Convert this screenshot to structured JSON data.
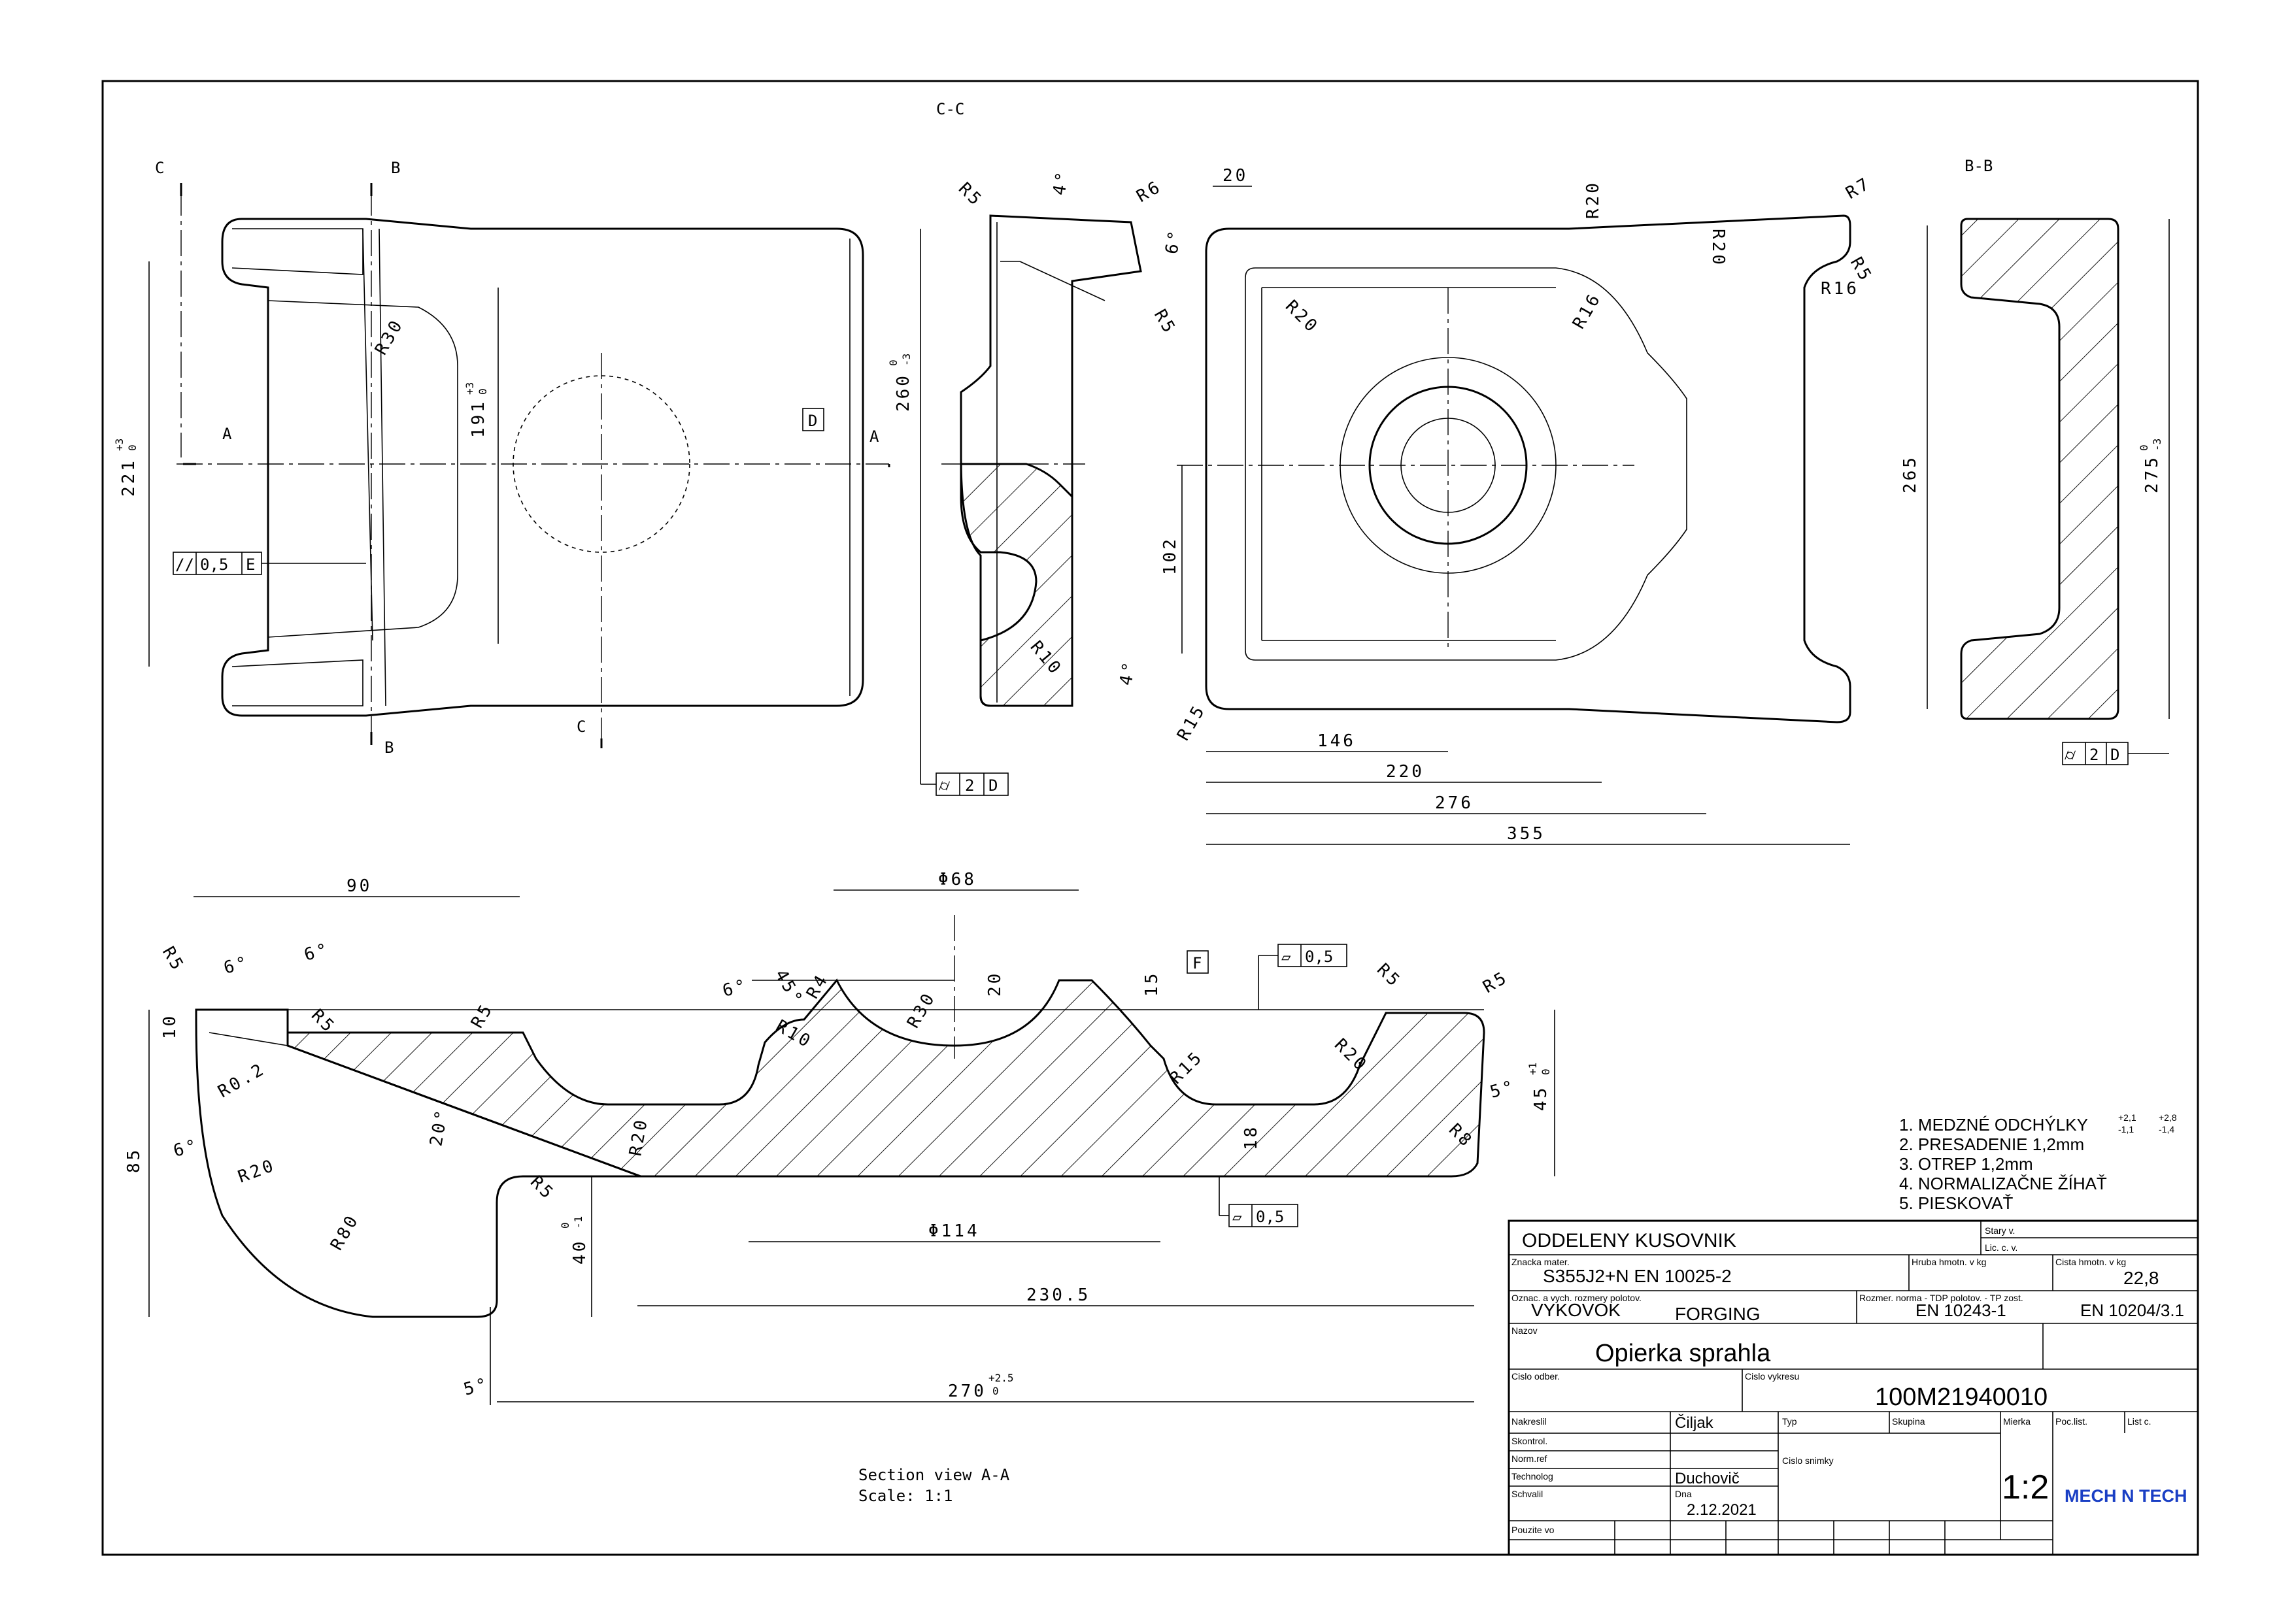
{
  "views": {
    "section_cc": "C-C",
    "section_bb": "B-B",
    "section_aa_title": "Section view A-A",
    "section_aa_scale": "Scale:  1:1",
    "cut_letters": [
      "C",
      "B",
      "A",
      "A",
      "B",
      "C"
    ]
  },
  "dimensions": {
    "top_view": [
      "221",
      "+3",
      "0",
      "191",
      "+3",
      "0",
      "260",
      "0",
      "-3",
      "R30"
    ],
    "side_view": [
      "R5",
      "4°",
      "R6",
      "6°",
      "R5",
      "R10",
      "4°"
    ],
    "front_view": [
      "20",
      "R20",
      "R20",
      "R20",
      "R16",
      "R7",
      "R5",
      "R16",
      "102",
      "R15",
      "146",
      "220",
      "276",
      "355"
    ],
    "bb_view": [
      "265",
      "275",
      "0",
      "-3"
    ],
    "section_aa": [
      "90",
      "R5",
      "6°",
      "6°",
      "10",
      "R5",
      "R0.2",
      "85",
      "6°",
      "R20",
      "R80",
      "20°",
      "R5",
      "R5",
      "40",
      "0",
      "-1",
      "R20",
      "Φ114",
      "230.5",
      "270",
      "+2.5",
      "0",
      "5°",
      "6°",
      "45°",
      "R4",
      "R10",
      "R30",
      "20",
      "Φ68",
      "15",
      "R15",
      "R20",
      "R5",
      "R5",
      "18",
      "5°",
      "R8",
      "45",
      "+1",
      "0"
    ]
  },
  "tolerance_frames": [
    {
      "symbol": "//",
      "value": "0,5",
      "datum": "E"
    },
    {
      "symbol": "⌭",
      "value": "2",
      "datum": "D"
    },
    {
      "symbol": "⌭",
      "value": "2",
      "datum": "D"
    },
    {
      "symbol": "▱",
      "value": "0,5",
      "datum": ""
    },
    {
      "symbol": "▱",
      "value": "0,5",
      "datum": ""
    }
  ],
  "datums": [
    "D",
    "F"
  ],
  "notes": [
    "1. MEDZNÉ ODCHÝLKY",
    "2. PRESADENIE 1,2mm",
    "3. OTREP 1,2mm",
    "4. NORMALIZAČNE ŽÍHAŤ",
    "5. PIESKOVAŤ"
  ],
  "note_tolerances": [
    "+2,1",
    "-1,1",
    "+2,8",
    "-1,4"
  ],
  "title_block": {
    "header": "ODDELENY KUSOVNIK",
    "stary_v": "Stary v.",
    "lic_c_v": "Lic. c. v.",
    "znacka_mater_label": "Znacka mater.",
    "znacka_mater": "S355J2+N  EN 10025-2",
    "hruba_hmotn_label": "Hruba hmotn. v kg",
    "cista_hmotn_label": "Cista hmotn. v kg",
    "cista_hmotn": "22,8",
    "oznac_label": "Oznac. a vych. rozmery polotov.",
    "oznac_1": "VYKOVOK",
    "oznac_2": "FORGING",
    "rozmer_label": "Rozmer. norma - TDP polotov. - TP zost.",
    "rozmer_1": "EN 10243-1",
    "rozmer_2": "EN 10204/3.1",
    "nazov_label": "Nazov",
    "nazov": "Opierka sprahla",
    "cislo_odber_label": "Cislo odber.",
    "cislo_vykresu_label": "Cislo vykresu",
    "cislo_vykresu": "100M21940010",
    "nakreslil_label": "Nakreslil",
    "nakreslil": "Čiljak",
    "skontrol_label": "Skontrol.",
    "norm_ref_label": "Norm.ref",
    "technolog_label": "Technolog",
    "technolog": "Duchovič",
    "schvalil_label": "Schvalil",
    "dna_label": "Dna",
    "dna": "2.12.2021",
    "pouzite_vo_label": "Pouzite vo",
    "typ_label": "Typ",
    "skupina_label": "Skupina",
    "cislo_snimky_label": "Cislo snimky",
    "mierka_label": "Mierka",
    "mierka": "1:2",
    "poc_list_label": "Poc.list.",
    "list_c_label": "List c.",
    "company": "MECH N TECH",
    "company_color": "#1a3fc4"
  }
}
